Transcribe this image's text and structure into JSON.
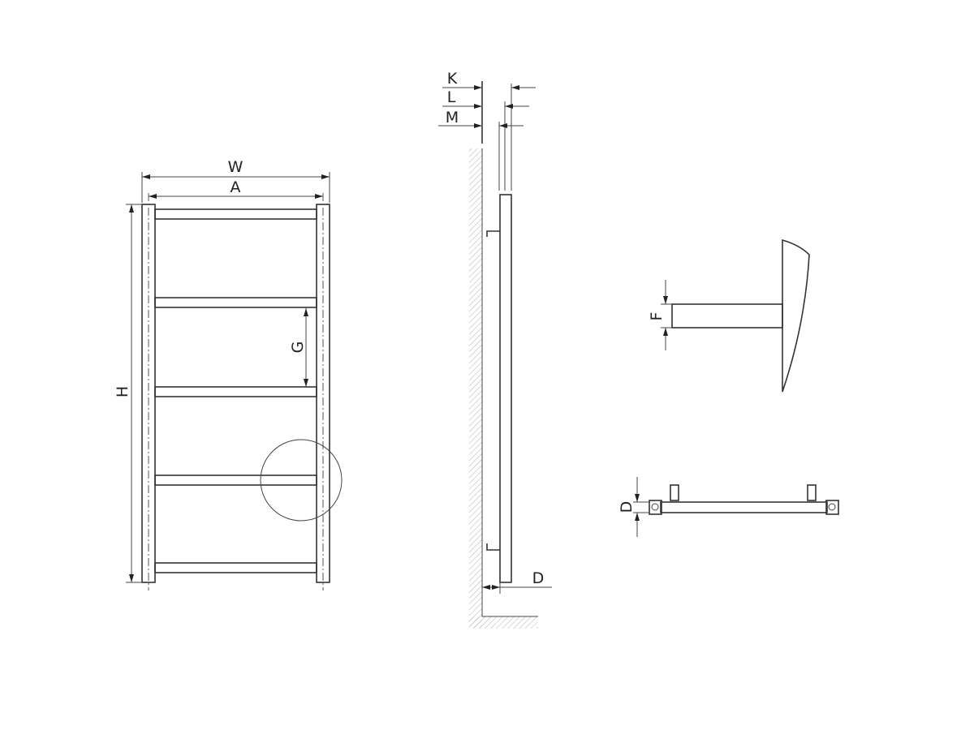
{
  "front_view": {
    "labels": {
      "width": "W",
      "axis_width": "A",
      "height": "H",
      "rung_spacing": "G"
    }
  },
  "side_view": {
    "labels": {
      "k": "K",
      "l": "L",
      "m": "M",
      "depth": "D"
    }
  },
  "bracket_detail": {
    "labels": {
      "pipe": "F"
    }
  },
  "bottom_view": {
    "labels": {
      "depth": "D"
    }
  },
  "colors": {
    "line": "#333333",
    "hatch": "#bbbbbb"
  }
}
